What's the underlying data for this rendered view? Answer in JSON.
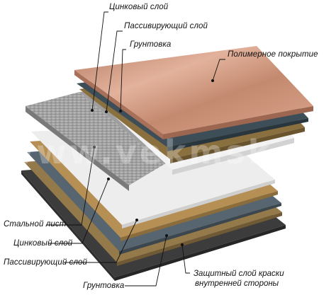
{
  "labels": {
    "zinc_top": "Цинковый слой",
    "passiv_top": "Пассивирующий слой",
    "primer_top": "Грунтовка",
    "polymer": "Полимерное покрытие",
    "steel": "Стальной лист",
    "zinc_bottom": "Цинковый слой",
    "passiv_bottom": "Пассивирующий слой",
    "primer_bottom": "Грунтовка",
    "protective_line1": "Защитный слой краски",
    "protective_line2": "внутренней стороны"
  },
  "watermark": "www.vekmsk.ru",
  "colors": {
    "polymer": "#c98f73",
    "primer": "#9a7e48",
    "passivation": "#3d4f5a",
    "zinc": "#eaeaea",
    "steel": "#9b9b9b",
    "back_paint": "#3a3a3a"
  }
}
